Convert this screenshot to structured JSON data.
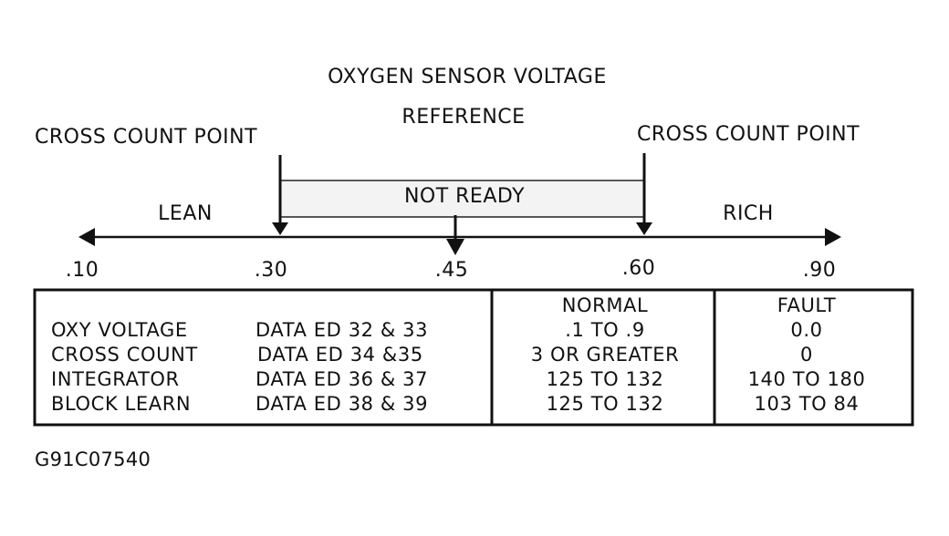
{
  "title_line1": "OXYGEN SENSOR VOLTAGE",
  "title_line2": "REFERENCE",
  "cross_count_left": "CROSS COUNT POINT",
  "cross_count_right": "CROSS COUNT POINT",
  "not_ready": "NOT READY",
  "lean": "LEAN",
  "rich": "RICH",
  "scale_ticks": [
    ".10",
    ".30",
    ".45",
    ".60",
    ".90"
  ],
  "table": {
    "headers": {
      "normal": "NORMAL",
      "fault": "FAULT"
    },
    "rows": [
      {
        "param": "OXY VOLTAGE",
        "data": "DATA ED 32 & 33",
        "normal": ".1 TO .9",
        "fault": "0.0"
      },
      {
        "param": "CROSS COUNT",
        "data": "DATA ED 34 &35",
        "normal": "3 OR GREATER",
        "fault": "0"
      },
      {
        "param": "INTEGRATOR",
        "data": "DATA ED 36 & 37",
        "normal": "125 TO 132",
        "fault": "140 TO 180"
      },
      {
        "param": "BLOCK LEARN",
        "data": "DATA ED 38 & 39",
        "normal": "125 TO 132",
        "fault": "103  TO 84"
      }
    ]
  },
  "figure_id": "G91C07540"
}
